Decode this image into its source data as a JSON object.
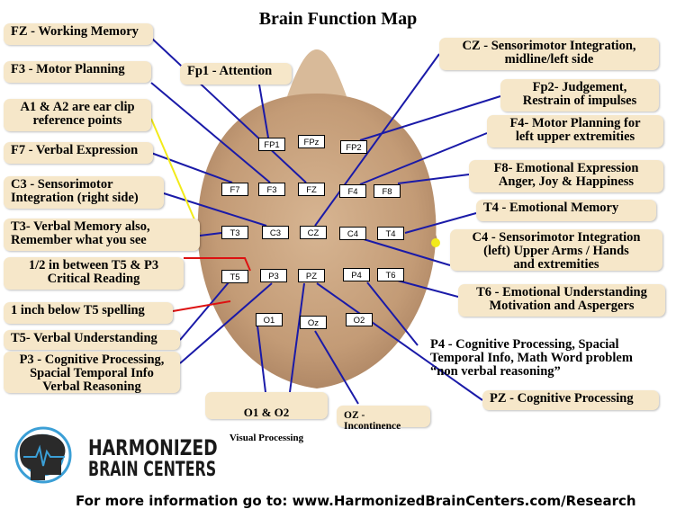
{
  "title": "Brain Function Map",
  "colors": {
    "head": "#c8a27e",
    "label_bg": "#f6e7c9",
    "line": "#1a1aa8",
    "yellow": "#f2ea1a",
    "red": "#dd1111"
  },
  "electrodes": {
    "FP1": "FP1",
    "FPz": "FPz",
    "FP2": "FP2",
    "F7": "F7",
    "F3": "F3",
    "FZ": "FZ",
    "F4": "F4",
    "F8": "F8",
    "T3": "T3",
    "C3": "C3",
    "CZ": "CZ",
    "C4": "C4",
    "T4": "T4",
    "T5": "T5",
    "P3": "P3",
    "PZ": "PZ",
    "P4": "P4",
    "T6": "T6",
    "O1": "O1",
    "Oz": "Oz",
    "O2": "O2"
  },
  "labels": {
    "fz": "FZ - Working Memory",
    "f3": "F3 - Motor Planning",
    "a1a2": "A1  & A2 are ear clip\nreference points",
    "f7": "F7 - Verbal Expression",
    "c3": "C3 - Sensorimotor\nIntegration (right side)",
    "t3": "T3- Verbal Memory also,\nRemember what you see",
    "half": "1/2 in between T5 & P3\nCritical Reading",
    "inch": "1 inch below T5 spelling",
    "t5": "T5- Verbal Understanding",
    "p3": "P3 - Cognitive Processing,\nSpacial Temporal Info\nVerbal Reasoning",
    "fp1": "Fp1 - Attention",
    "cz": "CZ - Sensorimotor Integration,\nmidline/left side",
    "fp2": "Fp2- Judgement,\nRestrain of impulses",
    "f4": "F4- Motor Planning for\nleft upper extremities",
    "f8": "F8- Emotional Expression\nAnger, Joy & Happiness",
    "t4": "T4 - Emotional Memory",
    "c4": "C4 - Sensorimotor Integration\n(left) Upper Arms / Hands\nand extremities",
    "t6": "T6 - Emotional Understanding\nMotivation and Aspergers",
    "p4": "P4 - Cognitive Processing, Spacial\nTemporal Info, Math Word problem\n“non verbal reasoning”",
    "pz": "PZ - Cognitive Processing",
    "o1o2_a": "O1 & O2",
    "o1o2_b": "Visual Processing",
    "oz": "OZ - Incontinence"
  },
  "logo": {
    "line1": "HARMONIZED",
    "line2": "BRAIN CENTERS"
  },
  "footer": "For more information go to: www.HarmonizedBrainCenters.com/Research"
}
